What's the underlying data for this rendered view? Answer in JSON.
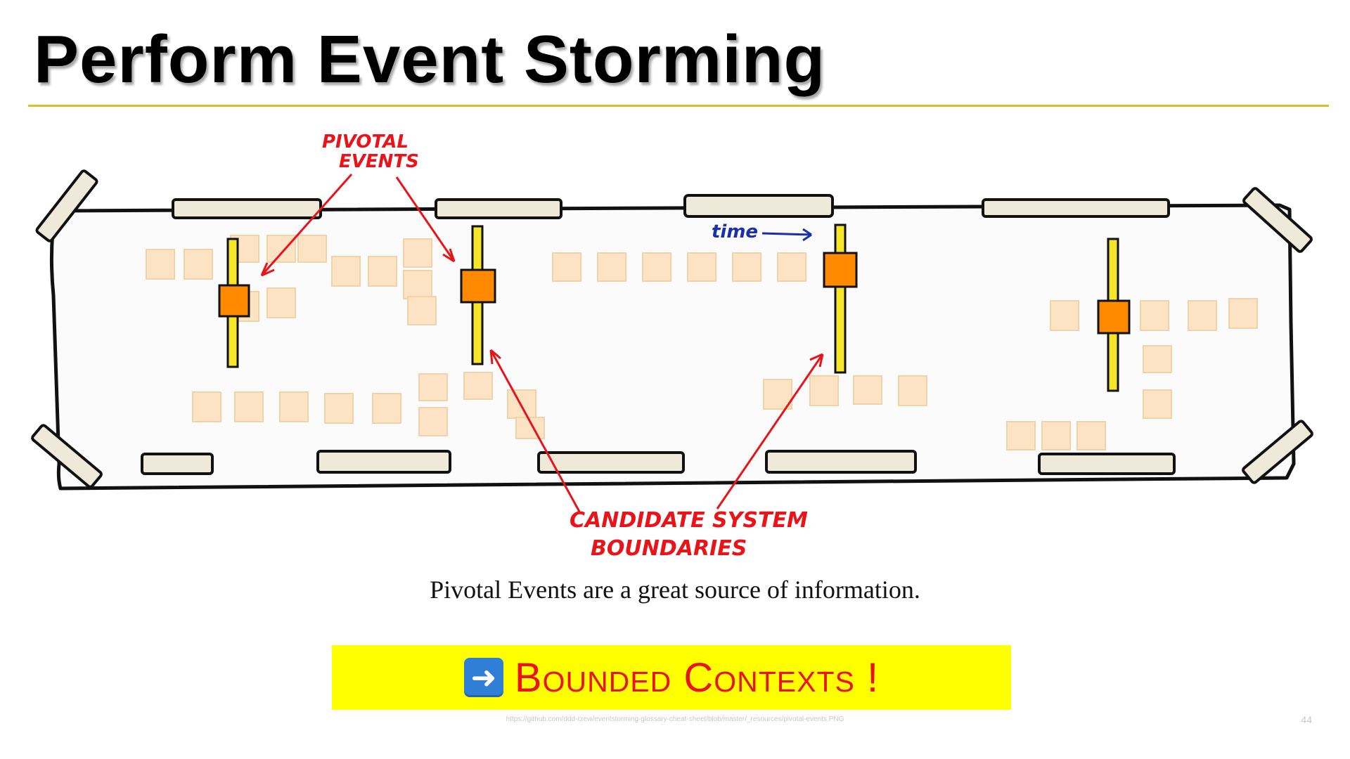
{
  "slide": {
    "title": "Perform Event Storming",
    "caption": "Pivotal Events are a great source of information.",
    "callout_text": "Bounded Contexts !",
    "callout_icon": "right-arrow-icon",
    "source_url": "https://github.com/ddd-crew/eventstorming-glossary-cheat-sheet/blob/master/_resources/pivotal-events.PNG",
    "page_number": "44"
  },
  "diagram": {
    "label_pivotal_line1": "PIVOTAL",
    "label_pivotal_line2": "EVENTS",
    "label_time": "time",
    "label_candidate_line1": "CANDIDATE SYSTEM",
    "label_candidate_line2": "BOUNDARIES"
  },
  "colors": {
    "title_rule": "#e5b92b",
    "callout_bg": "#ffff00",
    "callout_text": "#e8141a",
    "annotation_red": "#e8141a",
    "time_blue": "#1a2fa8",
    "pivotal_orange": "#ff8a00",
    "boundary_yellow": "#f5e62a",
    "sticky_note": "#fce3c4"
  }
}
